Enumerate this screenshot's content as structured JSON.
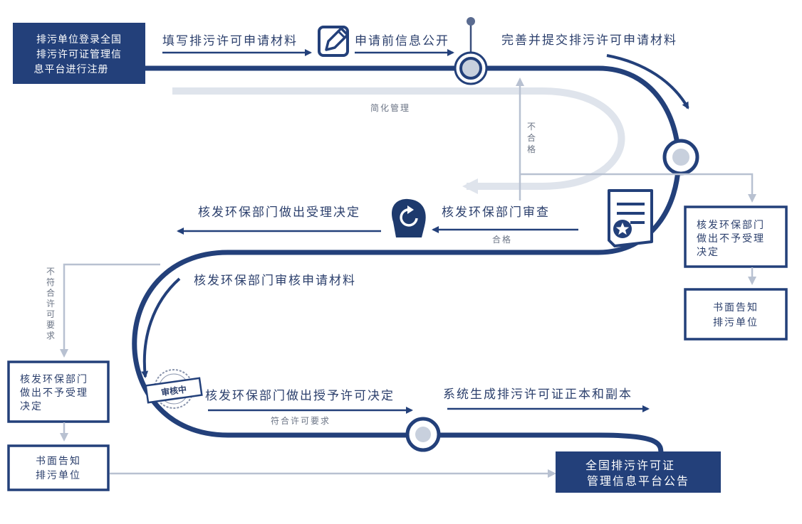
{
  "colors": {
    "navy": "#23407a",
    "navy_dark": "#1e3a6d",
    "light_track": "#dfe4ec",
    "gray_arrow": "#b8c1d1",
    "node_fill": "#c8d0dd"
  },
  "start_box": {
    "lines": [
      "排污单位登录全国",
      "排污许可证管理信",
      "息平台进行注册"
    ]
  },
  "steps": {
    "fill": "填写排污许可申请材料",
    "disclose": "申请前信息公开",
    "submit": "完善并提交排污许可申请材料",
    "simplified": "简化管理",
    "unqualified_vertical": [
      "不",
      "合",
      "格"
    ],
    "review": "核发环保部门审查",
    "qualified": "合格",
    "accept_decision": "核发环保部门做出受理决定",
    "review_materials": "核发环保部门审核申请材料",
    "noncompliant_vertical": [
      "不",
      "符",
      "合",
      "许",
      "可",
      "要",
      "求"
    ],
    "grant_decision": "核发环保部门做出授予许可决定",
    "compliant": "符合许可要求",
    "generate": "系统生成排污许可证正本和副本"
  },
  "right_boxes": {
    "reject": [
      "核发环保部门",
      "做出不予受理",
      "决定"
    ],
    "notify": [
      "书面告知",
      "排污单位"
    ]
  },
  "left_boxes": {
    "reject": [
      "核发环保部门",
      "做出不予受理",
      "决定"
    ],
    "notify": [
      "书面告知",
      "排污单位"
    ]
  },
  "final_box": {
    "lines": [
      "全国排污许可证",
      "管理信息平台公告"
    ]
  },
  "stamp": {
    "text": "审核中"
  },
  "icons": {
    "edit": "edit-icon",
    "refresh": "refresh-icon",
    "certificate": "certificate-icon",
    "stamp": "review-stamp-icon"
  }
}
